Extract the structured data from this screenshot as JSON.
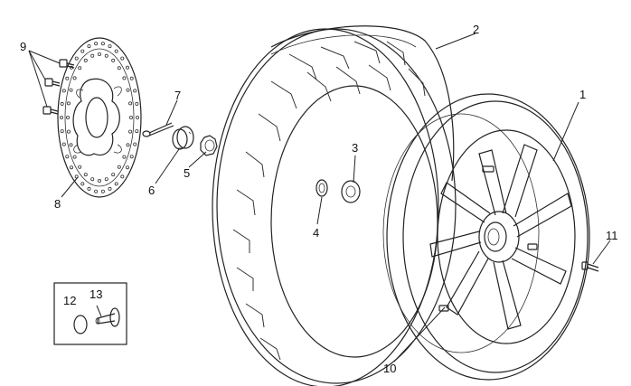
{
  "callouts": [
    {
      "id": "label-1",
      "text": "1"
    },
    {
      "id": "label-2",
      "text": "2"
    },
    {
      "id": "label-3",
      "text": "3"
    },
    {
      "id": "label-4",
      "text": "4"
    },
    {
      "id": "label-5",
      "text": "5"
    },
    {
      "id": "label-6",
      "text": "6"
    },
    {
      "id": "label-7",
      "text": "7"
    },
    {
      "id": "label-8",
      "text": "8"
    },
    {
      "id": "label-9",
      "text": "9"
    },
    {
      "id": "label-10",
      "text": "10"
    },
    {
      "id": "label-11",
      "text": "11"
    },
    {
      "id": "label-12",
      "text": "12"
    },
    {
      "id": "label-13",
      "text": "13"
    }
  ],
  "colors": {
    "line": "#222222",
    "background": "#ffffff"
  }
}
